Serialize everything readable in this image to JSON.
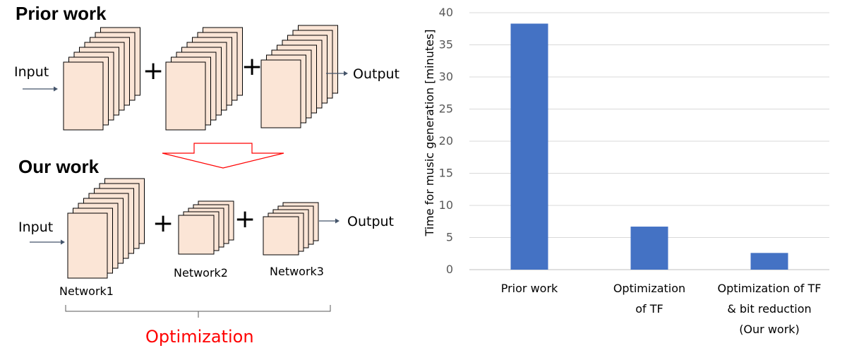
{
  "diagram": {
    "prior_heading": "Prior work",
    "our_heading": "Our work",
    "input_label": "Input",
    "output_label": "Output",
    "plus": "+",
    "network1_label": "Network1",
    "network2_label": "Network2",
    "network3_label": "Network3",
    "optimization_label": "Optimization",
    "colors": {
      "card_fill": "#fbe5d6",
      "arrow_red": "#ff0000",
      "arrow_blue": "#44546a"
    }
  },
  "chart_data": {
    "type": "bar",
    "categories": [
      [
        "Prior work"
      ],
      [
        "Optimization",
        "of TF"
      ],
      [
        "Optimization of TF",
        "& bit reduction",
        "(Our work)"
      ]
    ],
    "values": [
      38.3,
      6.7,
      2.6
    ],
    "ylabel": "Time for music generation [minutes]",
    "ylim": [
      0,
      40
    ],
    "yticks": [
      "0",
      "5",
      "10",
      "15",
      "20",
      "25",
      "30",
      "35",
      "40"
    ],
    "grid": true,
    "bar_color": "#4472c4"
  }
}
